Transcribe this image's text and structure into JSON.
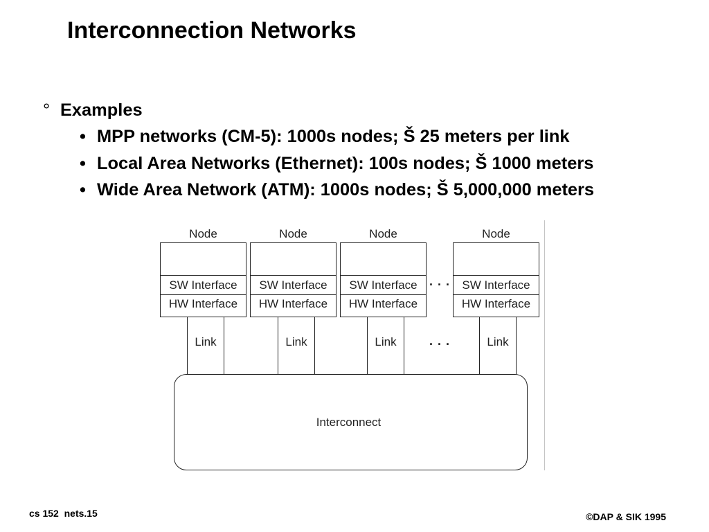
{
  "slide": {
    "title": "Interconnection Networks",
    "items": [
      {
        "marker": "°",
        "text": "Examples",
        "children": [
          {
            "marker": "•",
            "text": "MPP networks (CM-5): 1000s nodes; Š 25 meters per link"
          },
          {
            "marker": "•",
            "text": "Local Area Networks (Ethernet): 100s nodes; Š 1000 meters"
          },
          {
            "marker": "•",
            "text": "Wide Area Network (ATM): 1000s nodes; Š 5,000,000 meters"
          }
        ]
      }
    ]
  },
  "diagram": {
    "nodes": [
      {
        "label": "Node",
        "sw_interface": "SW Interface",
        "hw_interface": "HW Interface",
        "link": "Link"
      },
      {
        "label": "Node",
        "sw_interface": "SW Interface",
        "hw_interface": "HW Interface",
        "link": "Link"
      },
      {
        "label": "Node",
        "sw_interface": "SW Interface",
        "hw_interface": "HW Interface",
        "link": "Link"
      },
      {
        "label": "Node",
        "sw_interface": "SW Interface",
        "hw_interface": "HW Interface",
        "link": "Link"
      }
    ],
    "node_row_ellipsis": "...",
    "link_row_ellipsis": "...",
    "interconnect": "Interconnect"
  },
  "footer": {
    "left": "cs 152  nets.15",
    "right": "©DAP & SIK 1995"
  }
}
